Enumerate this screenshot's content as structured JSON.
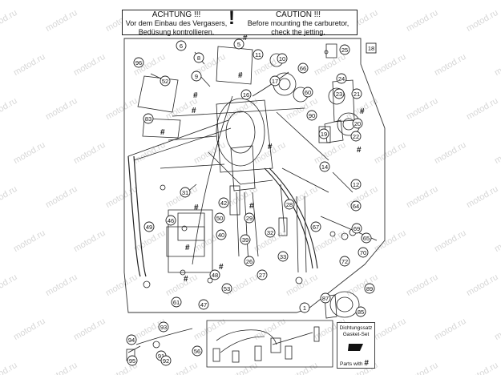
{
  "header": {
    "warning_de_title": "ACHTUNG !!!",
    "warning_de_text": "Vor dem Einbau des Vergasers, Bedüsung kontrollieren.",
    "warning_en_title": "CAUTION !!!",
    "warning_en_text": "Before mounting the carburetor, check the jetting.",
    "exclamation": "!"
  },
  "watermark": "motod.ru",
  "gasket_box": {
    "line1": "Dichtungssatz",
    "line2": "Gasket-Set",
    "parts_with": "Parts with",
    "hash": "#"
  },
  "hash_symbol": "#",
  "callouts": [
    {
      "label": "5",
      "shape": "circle"
    },
    {
      "label": "6",
      "shape": "circle"
    },
    {
      "label": "8",
      "shape": "circle"
    },
    {
      "label": "9",
      "shape": "circle"
    },
    {
      "label": "10",
      "shape": "circle"
    },
    {
      "label": "11",
      "shape": "circle"
    },
    {
      "label": "12",
      "shape": "circle"
    },
    {
      "label": "14",
      "shape": "circle"
    },
    {
      "label": "16",
      "shape": "circle"
    },
    {
      "label": "17",
      "shape": "circle"
    },
    {
      "label": "18",
      "shape": "square"
    },
    {
      "label": "19",
      "shape": "circle"
    },
    {
      "label": "20",
      "shape": "circle"
    },
    {
      "label": "21",
      "shape": "circle"
    },
    {
      "label": "22",
      "shape": "circle"
    },
    {
      "label": "23",
      "shape": "circle"
    },
    {
      "label": "24",
      "shape": "circle"
    },
    {
      "label": "25",
      "shape": "circle"
    },
    {
      "label": "26",
      "shape": "circle"
    },
    {
      "label": "27",
      "shape": "circle"
    },
    {
      "label": "28",
      "shape": "circle"
    },
    {
      "label": "29",
      "shape": "circle"
    },
    {
      "label": "31",
      "shape": "circle"
    },
    {
      "label": "32",
      "shape": "circle"
    },
    {
      "label": "33",
      "shape": "circle"
    },
    {
      "label": "39",
      "shape": "circle"
    },
    {
      "label": "40",
      "shape": "circle"
    },
    {
      "label": "42",
      "shape": "circle"
    },
    {
      "label": "46",
      "shape": "circle"
    },
    {
      "label": "47",
      "shape": "circle"
    },
    {
      "label": "48",
      "shape": "circle"
    },
    {
      "label": "49",
      "shape": "circle"
    },
    {
      "label": "50",
      "shape": "circle"
    },
    {
      "label": "52",
      "shape": "circle"
    },
    {
      "label": "53",
      "shape": "circle"
    },
    {
      "label": "56",
      "shape": "circle"
    },
    {
      "label": "60",
      "shape": "circle"
    },
    {
      "label": "61",
      "shape": "circle"
    },
    {
      "label": "64",
      "shape": "circle"
    },
    {
      "label": "65",
      "shape": "circle"
    },
    {
      "label": "66",
      "shape": "circle"
    },
    {
      "label": "67",
      "shape": "circle"
    },
    {
      "label": "69",
      "shape": "circle"
    },
    {
      "label": "70",
      "shape": "circle"
    },
    {
      "label": "72",
      "shape": "circle"
    },
    {
      "label": "83",
      "shape": "circle"
    },
    {
      "label": "85",
      "shape": "circle"
    },
    {
      "label": "87",
      "shape": "circle"
    },
    {
      "label": "89",
      "shape": "circle"
    },
    {
      "label": "90",
      "shape": "circle"
    },
    {
      "label": "91",
      "shape": "circle"
    },
    {
      "label": "92",
      "shape": "circle"
    },
    {
      "label": "93",
      "shape": "circle"
    },
    {
      "label": "94",
      "shape": "circle"
    },
    {
      "label": "95",
      "shape": "circle"
    },
    {
      "label": "96",
      "shape": "circle"
    },
    {
      "label": "1",
      "shape": "circle"
    }
  ]
}
